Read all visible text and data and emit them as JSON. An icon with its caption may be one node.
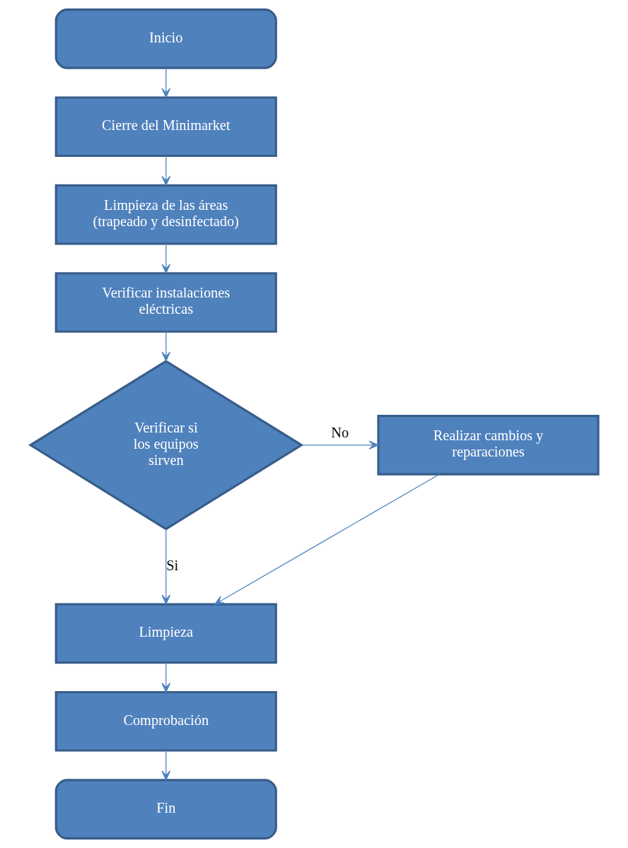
{
  "diagram": {
    "nodes": [
      {
        "text": [
          "Inicio"
        ]
      },
      {
        "text": [
          "Cierre del Minimarket"
        ]
      },
      {
        "text": [
          "Limpieza de las áreas (trapeado y desinfectado)"
        ]
      },
      {
        "text": [
          "Verificar instalaciones eléctricas"
        ]
      },
      {
        "text": [
          "Verificar si los equipos sirven"
        ]
      },
      {
        "text": [
          "Realizar cambios y reparaciones"
        ]
      },
      {
        "text": [
          "Limpieza"
        ]
      },
      {
        "text": [
          "Comprobación"
        ]
      },
      {
        "text": [
          "Fin"
        ]
      }
    ],
    "edges": [
      {
        "from": 0,
        "to": 1,
        "arrow": "to"
      },
      {
        "from": 1,
        "to": 2,
        "arrow": "to"
      },
      {
        "from": 2,
        "to": 3,
        "arrow": "to"
      },
      {
        "from": 3,
        "to": 4,
        "arrow": "to"
      },
      {
        "from": 4,
        "to": 5,
        "arrow": "to",
        "label": "No"
      },
      {
        "from": 4,
        "to": 6,
        "arrow": "to",
        "label": "Si"
      },
      {
        "from": 5,
        "to": 6,
        "arrow": "to"
      },
      {
        "from": 6,
        "to": 7,
        "arrow": "to"
      },
      {
        "from": 7,
        "to": 8,
        "arrow": "to"
      }
    ]
  }
}
